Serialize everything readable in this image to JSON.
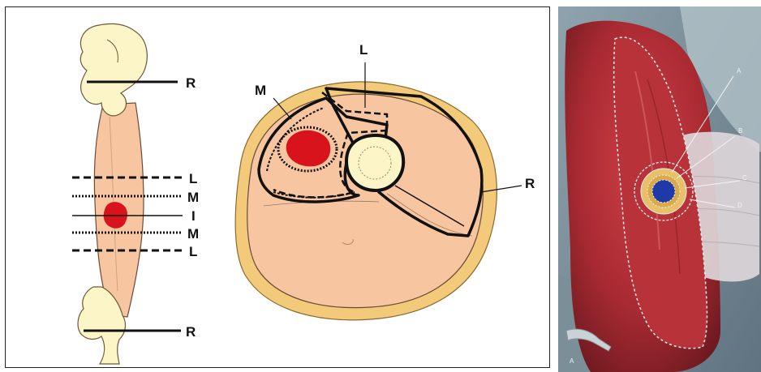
{
  "leg_diagram": {
    "labels": {
      "top_r": "R",
      "l_upper": "L",
      "m_upper": "M",
      "i_mid": "I",
      "m_lower": "M",
      "l_lower": "L",
      "bottom_r": "R"
    }
  },
  "cross_section": {
    "labels": {
      "l": "L",
      "m": "M",
      "r": "R"
    }
  },
  "photo": {
    "labels": {
      "a": "A",
      "b": "B",
      "c": "C",
      "d": "D",
      "panel": "A"
    }
  },
  "colors": {
    "tissue": "#f7c6a0",
    "bone": "#fbf5c8",
    "fat_ring": "#f3c97a",
    "tumor": "#d9131c",
    "photo_flesh": "#b8323a",
    "marker_blue": "#1f3aa8"
  }
}
